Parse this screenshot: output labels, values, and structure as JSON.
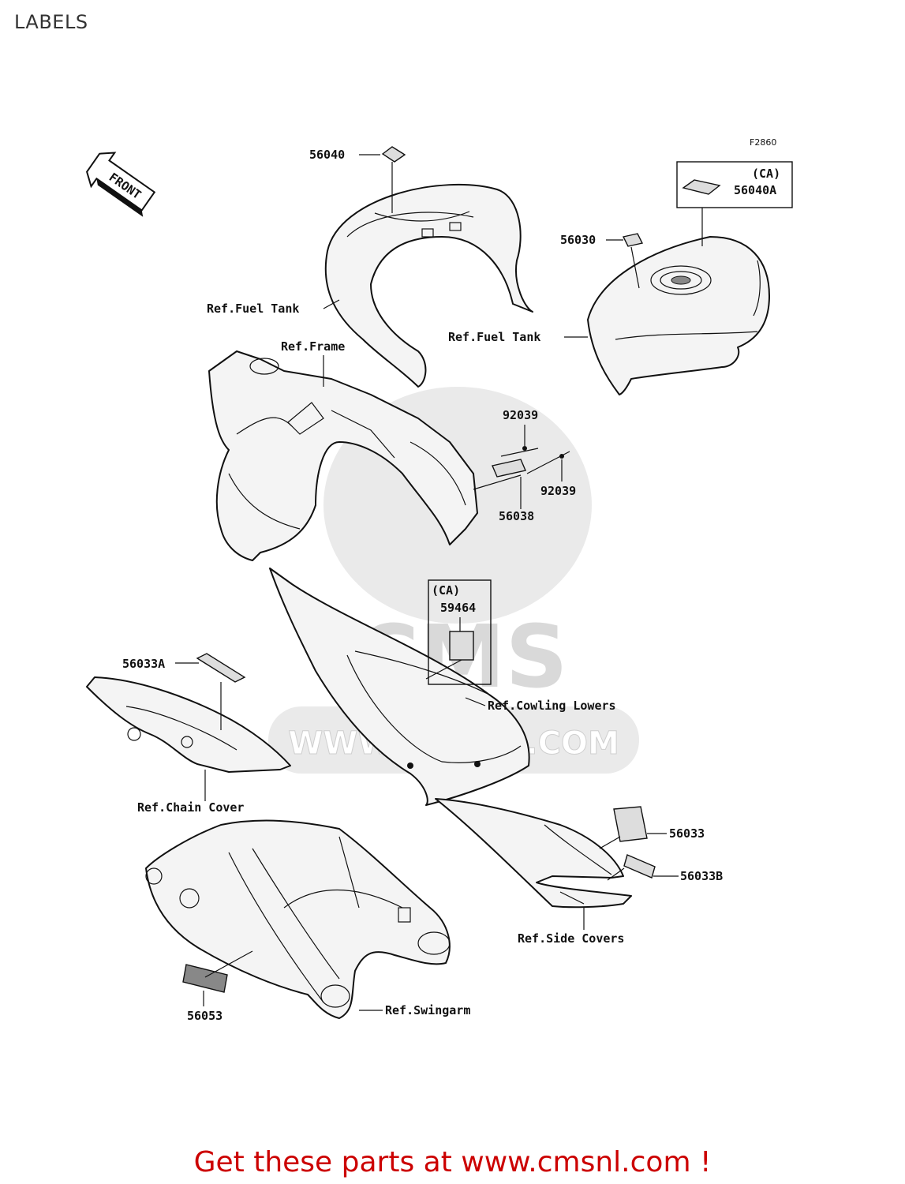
{
  "page": {
    "title": "LABELS"
  },
  "diagram": {
    "figure_code": "F2860",
    "front_arrow": "FRONT",
    "watermark": {
      "brand": "CMS",
      "url": "WWW.CMSNL.COM"
    },
    "part_numbers": {
      "p56040": "56040",
      "p56040A": "56040A",
      "ca_tank": "(CA)",
      "p56030": "56030",
      "p92039_top": "92039",
      "p92039_bottom": "92039",
      "p56038": "56038",
      "ca_cowl": "(CA)",
      "p59464": "59464",
      "p56033A": "56033A",
      "p56033": "56033",
      "p56033B": "56033B",
      "p56053": "56053"
    },
    "refs": {
      "fuel_tank_left": "Ref.Fuel Tank",
      "fuel_tank_right": "Ref.Fuel Tank",
      "frame": "Ref.Frame",
      "cowling_lowers": "Ref.Cowling Lowers",
      "chain_cover": "Ref.Chain Cover",
      "side_covers": "Ref.Side Covers",
      "swingarm": "Ref.Swingarm"
    }
  },
  "footer": {
    "text": "Get these parts at www.cmsnl.com !"
  }
}
